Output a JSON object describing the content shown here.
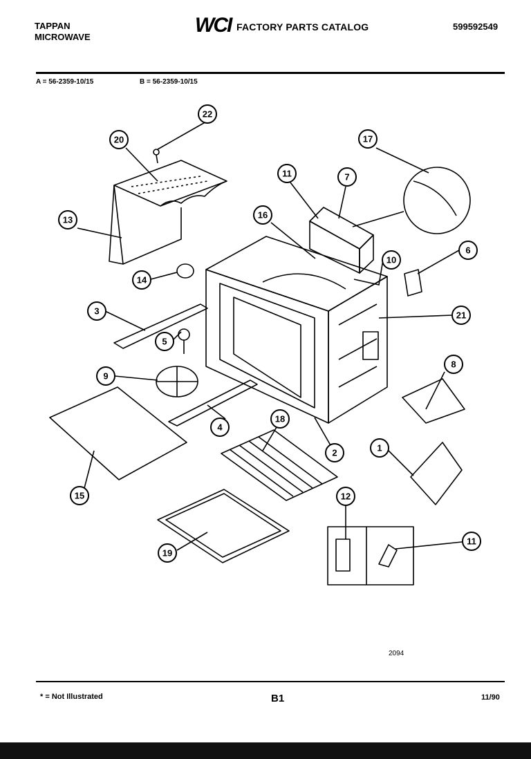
{
  "header": {
    "brand_line1": "TAPPAN",
    "brand_line2": "MICROWAVE",
    "logo_text": "WCI",
    "catalog_title": "FACTORY PARTS CATALOG",
    "part_number": "599592549",
    "model_a": "A = 56-2359-10/15",
    "model_b": "B = 56-2359-10/15"
  },
  "diagram": {
    "drawing_number": "2094",
    "callouts": [
      "22",
      "20",
      "17",
      "11",
      "7",
      "13",
      "16",
      "10",
      "6",
      "14",
      "3",
      "21",
      "5",
      "8",
      "9",
      "18",
      "4",
      "2",
      "1",
      "15",
      "12",
      "11",
      "19"
    ]
  },
  "footer": {
    "footnote": "* = Not Illustrated",
    "page_code": "B1",
    "date": "11/90"
  }
}
